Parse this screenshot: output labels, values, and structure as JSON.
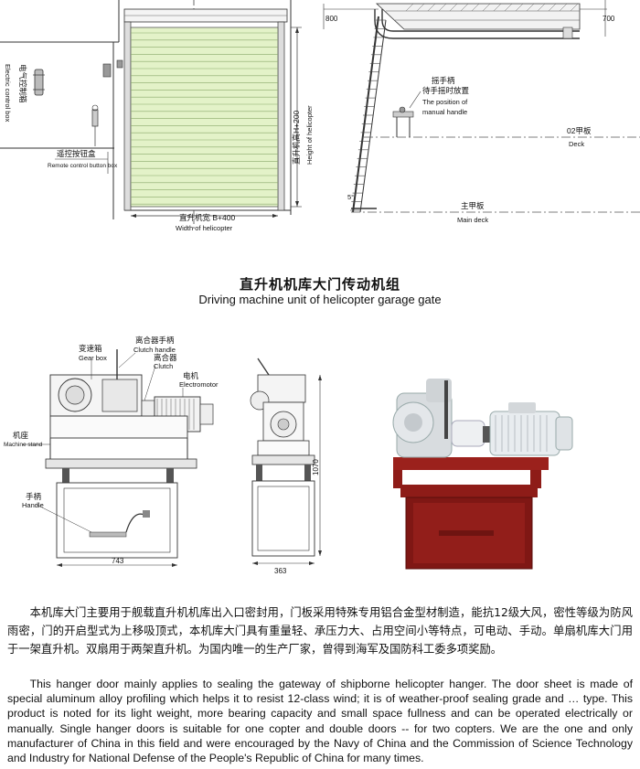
{
  "top_left_drawing": {
    "electric_box_cn": "电气控制箱",
    "electric_box_en": "Electric control box",
    "remote_box_cn": "遥控按钮盒",
    "remote_box_en": "Remote control button box",
    "height_cn": "直升机高H+200",
    "height_en": "Height of helicopter",
    "width_cn": "直升机宽 B+400",
    "width_en": "Width of helicopter"
  },
  "top_right_drawing": {
    "dim_800": "800",
    "dim_700": "700",
    "handle_cn_1": "摇手柄",
    "handle_cn_2": "待手摇时放置",
    "handle_en_1": "The position of",
    "handle_en_2": "manual handle",
    "deck_cn": "02甲板",
    "deck_en": "Deck",
    "angle": "5°",
    "main_deck_cn": "主甲板",
    "main_deck_en": "Main deck"
  },
  "section_title": {
    "cn": "直升机机库大门传动机组",
    "en": "Driving machine unit of helicopter garage gate"
  },
  "machine_drawing": {
    "gearbox_cn": "变速箱",
    "gearbox_en": "Gear box",
    "clutch_handle_cn": "离合器手柄",
    "clutch_handle_en": "Clutch handle",
    "clutch_cn": "离合器",
    "clutch_en": "Clutch",
    "motor_cn": "电机",
    "motor_en": "Electromotor",
    "stand_cn": "机座",
    "stand_en": "Machine stand",
    "handle_cn": "手柄",
    "handle_en": "Handle",
    "dim_743": "743",
    "dim_363": "363",
    "dim_1070": "1070"
  },
  "colors": {
    "door_fill": "#e3f2c8",
    "door_line": "#8aa86a",
    "stand_red": "#8e1c18",
    "motor_white": "#e8ecef"
  },
  "description": {
    "cn": "本机库大门主要用于舰载直升机机库出入口密封用，门板采用特殊专用铝合金型材制造，能抗12级大风，密性等级为防风雨密，门的开启型式为上移吸顶式，本机库大门具有重量轻、承压力大、占用空间小等特点，可电动、手动。单扇机库大门用于一架直升机。双扇用于两架直升机。为国内唯一的生产厂家，曾得到海军及国防科工委多项奖励。",
    "en": "This hanger door mainly applies to sealing the gateway of shipborne helicopter hanger. The door sheet is made of special aluminum alloy profiling which helps it to resist 12-class wind; it is of weather-proof sealing grade and … type. This product is noted for its light weight, more bearing capacity and small space fullness and can be operated electrically or manually. Single hanger doors is suitable for one copter and double doors -- for two copters. We are the one and only manufacturer of China in this field and were encouraged by the Navy of China and the Commission of Science Technology and Industry for National Defense of the People's Republic of China for many times."
  }
}
